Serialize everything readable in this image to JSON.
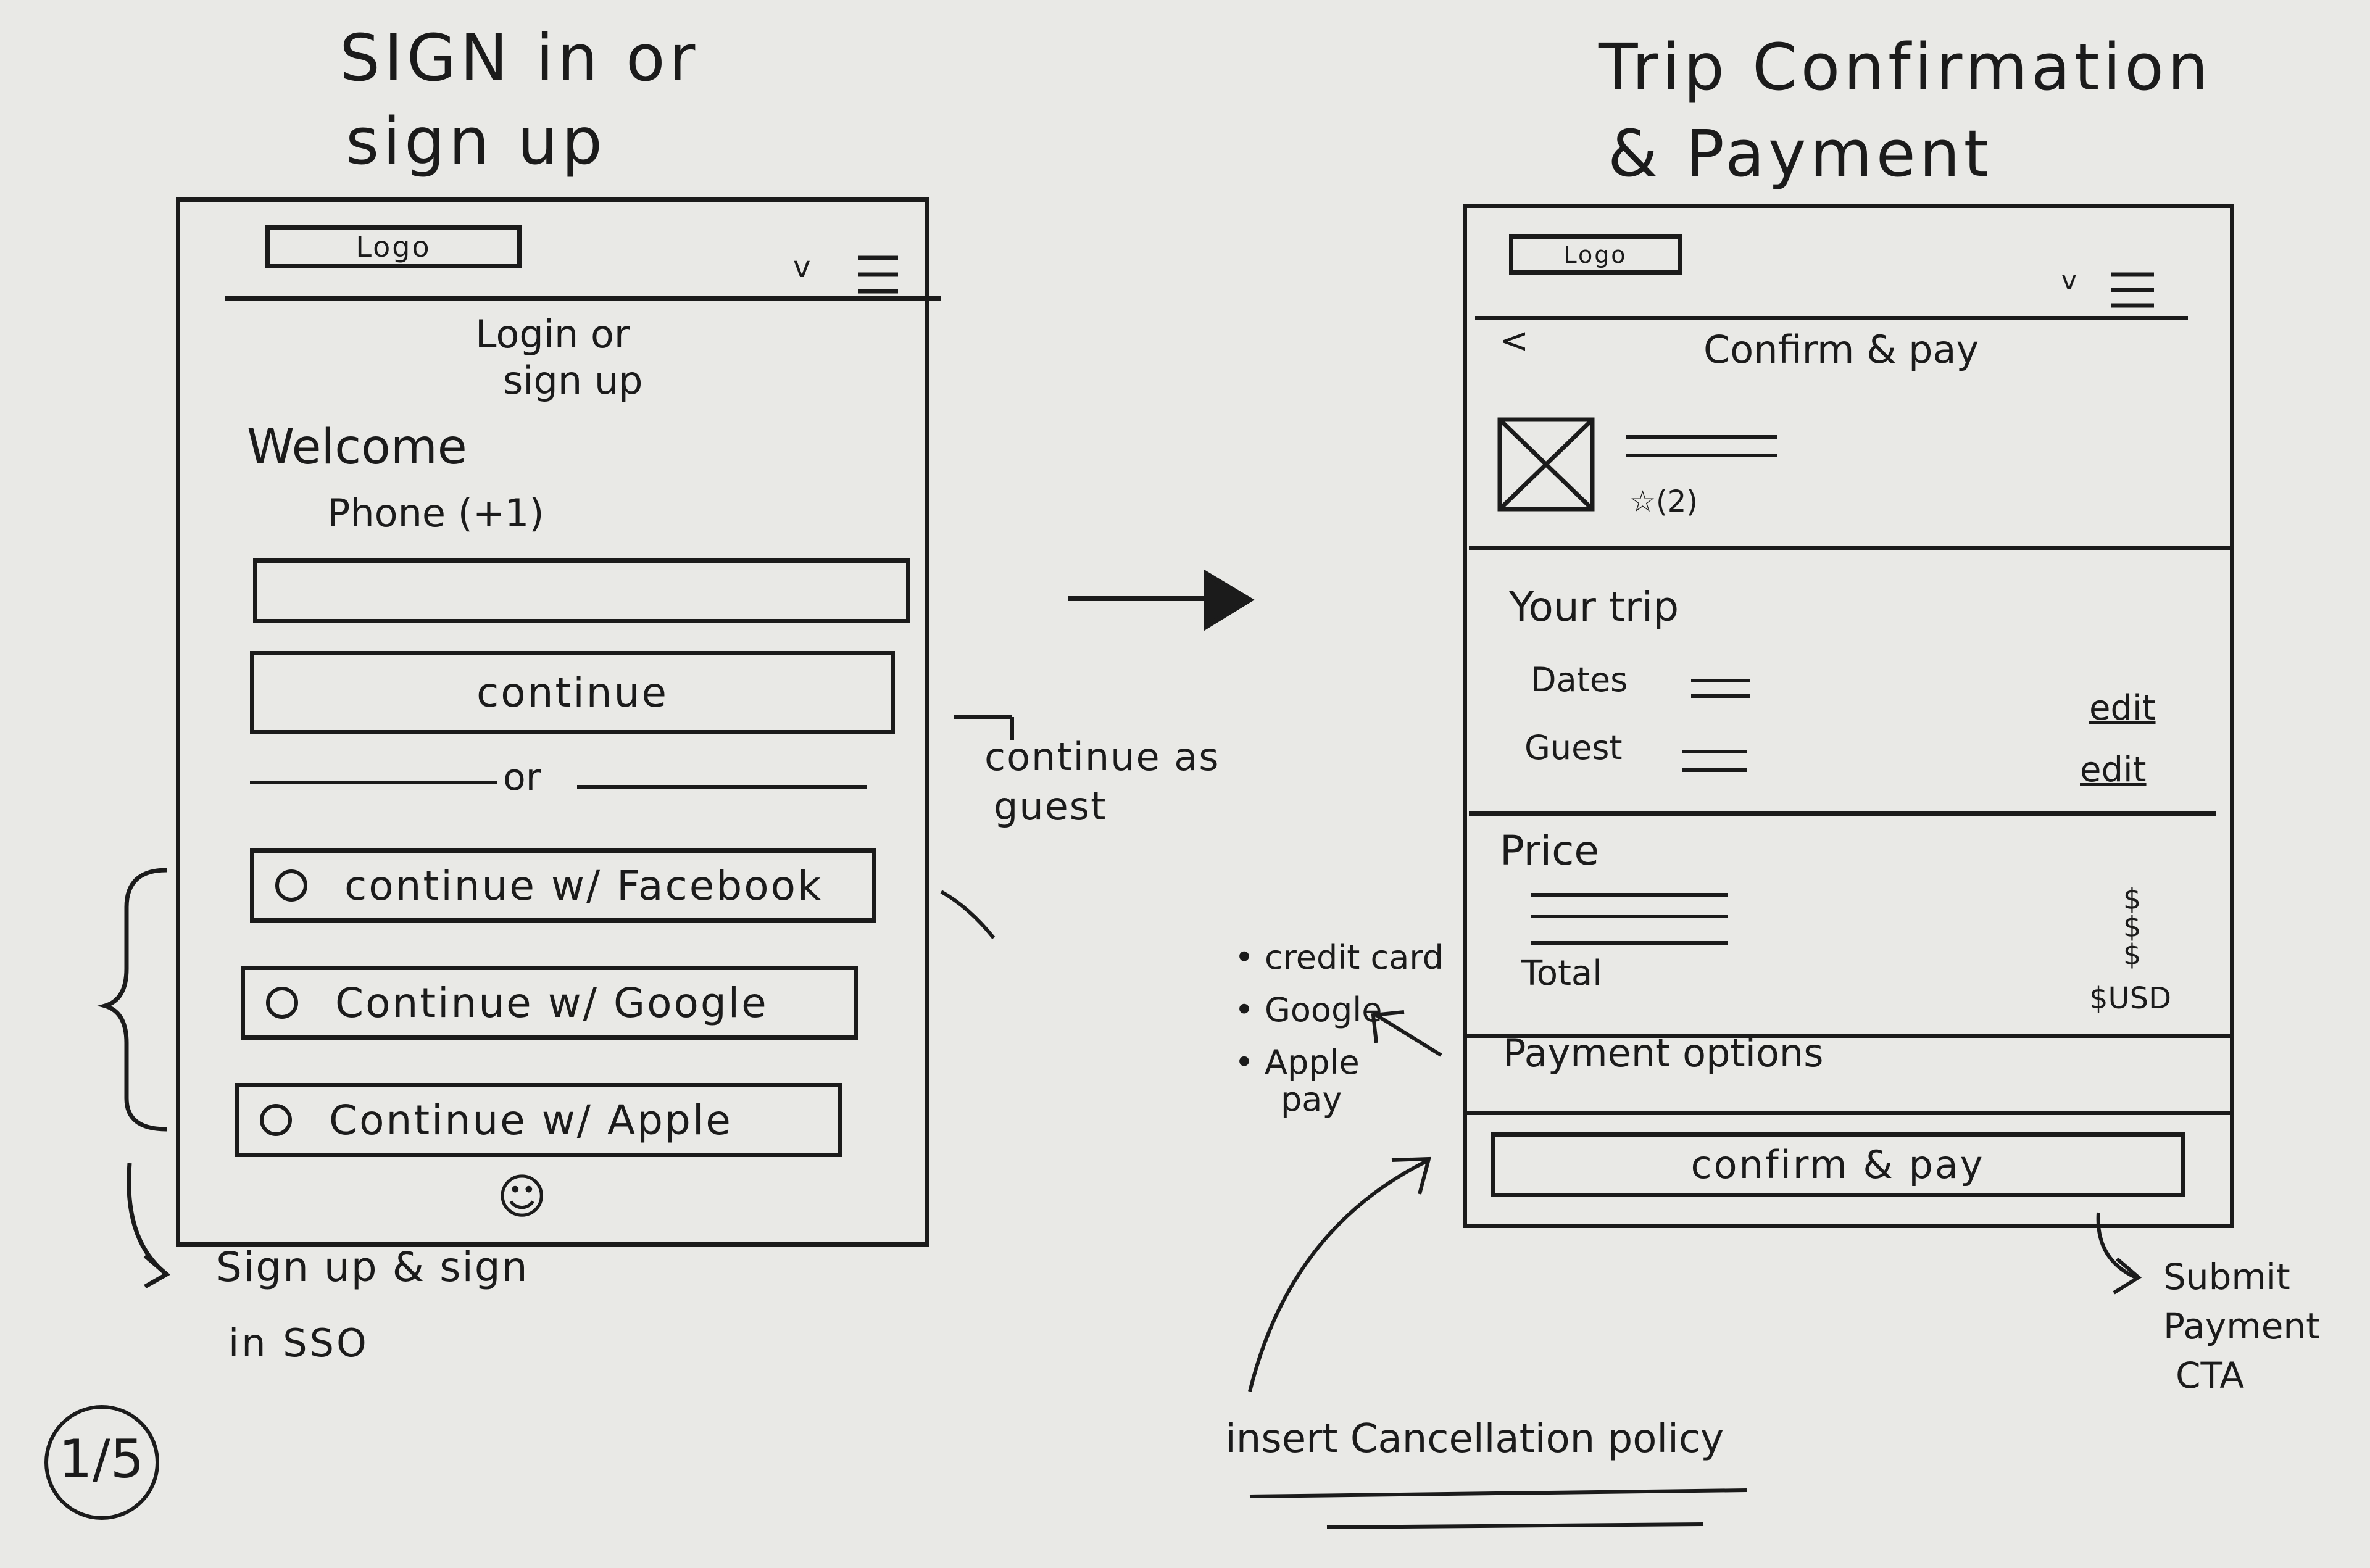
{
  "left": {
    "title_line1": "SIGN in or",
    "title_line2": "sign up",
    "logo": "Logo",
    "chevron": "v",
    "heading_line1": "Login or",
    "heading_line2": "sign up",
    "welcome": "Welcome",
    "phone_label": "Phone (+1)",
    "continue_label": "continue",
    "or_label": "or",
    "sso": [
      {
        "label": "continue w/ Facebook"
      },
      {
        "label": "Continue w/ Google"
      },
      {
        "label": "Continue w/ Apple"
      }
    ],
    "footer_glyph": "☺",
    "guest_note_line1": "continue as",
    "guest_note_line2": "guest",
    "sso_note_line1": "Sign up & sign",
    "sso_note_line2": "in SSO",
    "page_marker": "1/5"
  },
  "right": {
    "title_line1": "Trip Confirmation",
    "title_line2": "& Payment",
    "logo": "Logo",
    "chevron": "v",
    "back": "<",
    "header_title": "Confirm & pay",
    "rating": "☆(2)",
    "your_trip": "Your trip",
    "dates_label": "Dates",
    "guest_label": "Guest",
    "edit1": "edit",
    "edit2": "edit",
    "price_label": "Price",
    "dollar1": "$",
    "dollar2": "$",
    "dollar3": "$",
    "total_label": "Total",
    "total_value": "$USD",
    "payment_options": "Payment options",
    "confirm_button": "confirm & pay",
    "payment_methods": [
      "• credit card",
      "• Google",
      "• Apple",
      "pay"
    ],
    "cta_note_line1": "Submit",
    "cta_note_line2": "Payment",
    "cta_note_line3": "CTA",
    "cancellation_note": "insert Cancellation policy"
  }
}
